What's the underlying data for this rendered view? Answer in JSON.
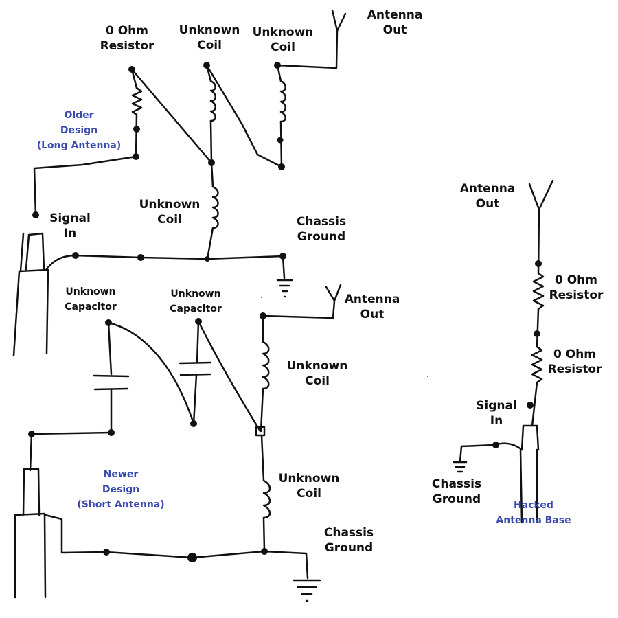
{
  "colors": {
    "ink": "#111111",
    "note": "#3a4bb0",
    "background": "#ffffff"
  },
  "older": {
    "resistor": [
      "0 Ohm",
      "Resistor"
    ],
    "coil_top_1": [
      "Unknown",
      "Coil"
    ],
    "coil_top_2": [
      "Unknown",
      "Coil"
    ],
    "antenna_out": [
      "Antenna",
      "Out"
    ],
    "note": [
      "Older",
      "Design",
      "(Long Antenna)"
    ],
    "signal_in": [
      "Signal",
      "In"
    ],
    "coil_mid": [
      "Unknown",
      "Coil"
    ],
    "chassis_ground": [
      "Chassis",
      "Ground"
    ]
  },
  "newer": {
    "capacitor_1": [
      "Unknown",
      "Capacitor"
    ],
    "capacitor_2": [
      "Unknown",
      "Capacitor"
    ],
    "antenna_out": [
      "Antenna",
      "Out"
    ],
    "coil_1": [
      "Unknown",
      "Coil"
    ],
    "coil_2": [
      "Unknown",
      "Coil"
    ],
    "note": [
      "Newer",
      "Design",
      "(Short Antenna)"
    ],
    "chassis_ground": [
      "Chassis",
      "Ground"
    ]
  },
  "hacked": {
    "antenna_out": [
      "Antenna",
      "Out"
    ],
    "resistor_1": [
      "0 Ohm",
      "Resistor"
    ],
    "resistor_2": [
      "0 Ohm",
      "Resistor"
    ],
    "signal_in": [
      "Signal",
      "In"
    ],
    "chassis_ground": [
      "Chassis",
      "Ground"
    ],
    "note": [
      "Hacked",
      "Antenna Base"
    ]
  }
}
